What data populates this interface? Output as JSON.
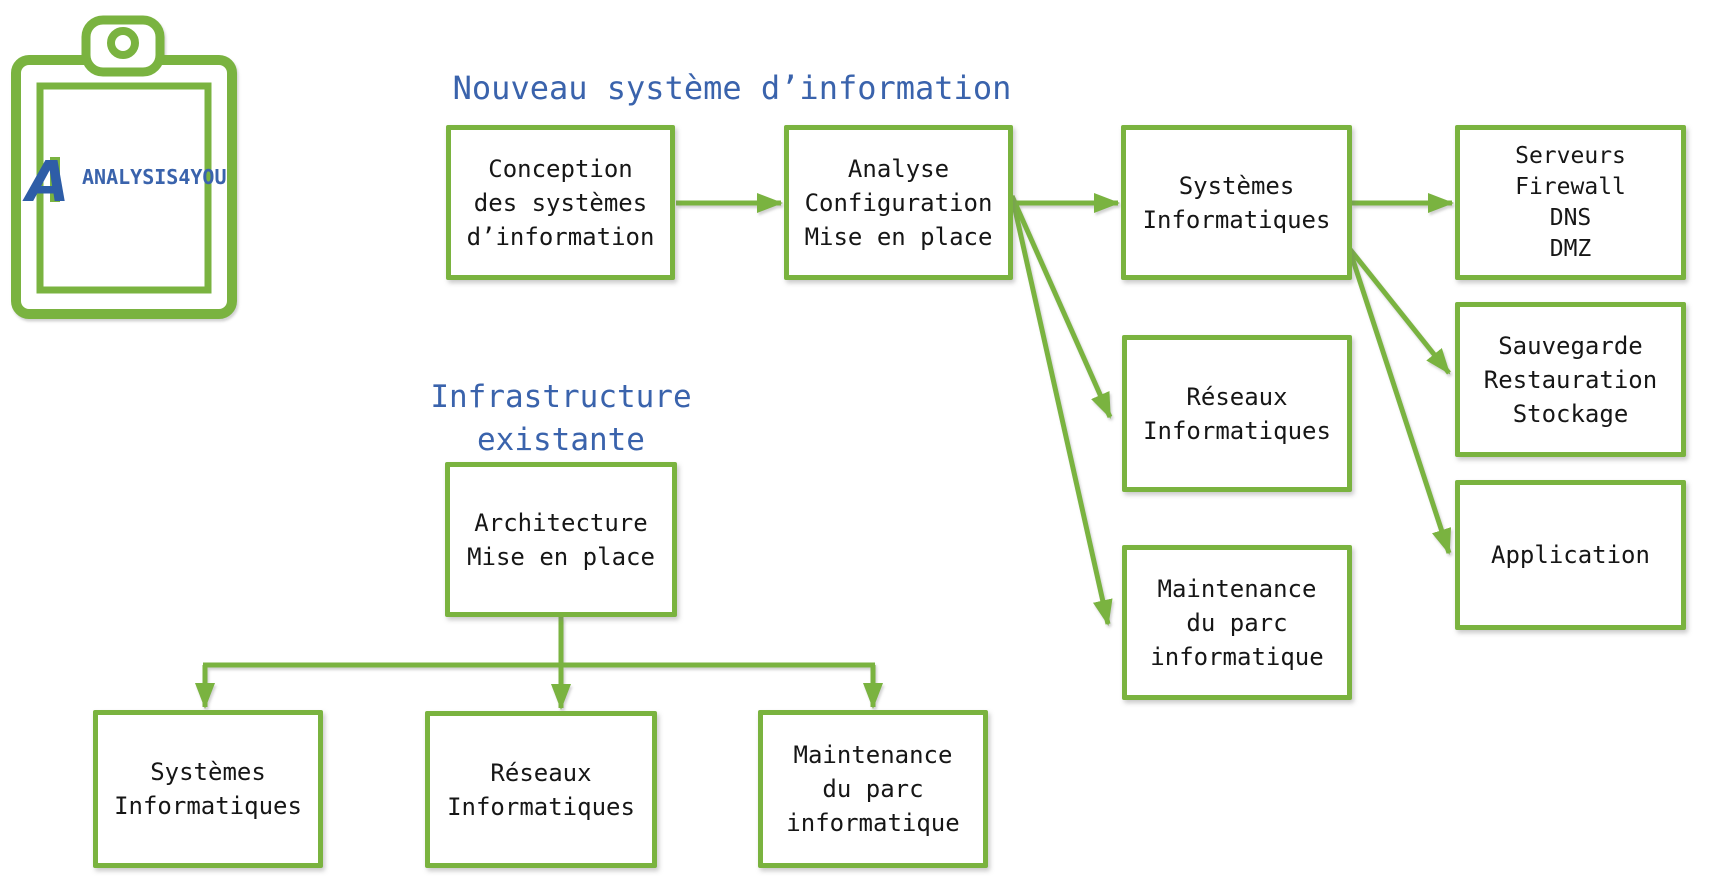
{
  "logo": {
    "brand": "ANALYSIS4YOU"
  },
  "headings": {
    "new_system": "Nouveau système d’information",
    "existing_infra": "Infrastructure\nexistante"
  },
  "colors": {
    "green": "#7ab33f",
    "blue": "#3a63ac",
    "text": "#161616"
  },
  "nodes": {
    "conception": {
      "label": "Conception\ndes systèmes\nd’information"
    },
    "analyse": {
      "label": "Analyse\nConfiguration\nMise en place"
    },
    "systemes_top": {
      "label": "Systèmes\nInformatiques"
    },
    "serveurs": {
      "label": "Serveurs\nFirewall\nDNS\nDMZ"
    },
    "reseaux_mid": {
      "label": "Réseaux\nInformatiques"
    },
    "sauvegarde": {
      "label": "Sauvegarde\nRestauration\nStockage"
    },
    "maintenance_mid": {
      "label": "Maintenance\ndu parc\ninformatique"
    },
    "application": {
      "label": "Application"
    },
    "architecture": {
      "label": "Architecture\nMise en place"
    },
    "systemes_bottom": {
      "label": "Systèmes\nInformatiques"
    },
    "reseaux_bottom": {
      "label": "Réseaux\nInformatiques"
    },
    "maintenance_bottom": {
      "label": "Maintenance\ndu parc\ninformatique"
    }
  },
  "edges": [
    {
      "from": "conception",
      "to": "analyse"
    },
    {
      "from": "analyse",
      "to": "systemes_top"
    },
    {
      "from": "analyse",
      "to": "reseaux_mid"
    },
    {
      "from": "analyse",
      "to": "maintenance_mid"
    },
    {
      "from": "systemes_top",
      "to": "serveurs"
    },
    {
      "from": "systemes_top",
      "to": "sauvegarde"
    },
    {
      "from": "systemes_top",
      "to": "application"
    },
    {
      "from": "architecture",
      "to": "systemes_bottom"
    },
    {
      "from": "architecture",
      "to": "reseaux_bottom"
    },
    {
      "from": "architecture",
      "to": "maintenance_bottom"
    }
  ]
}
